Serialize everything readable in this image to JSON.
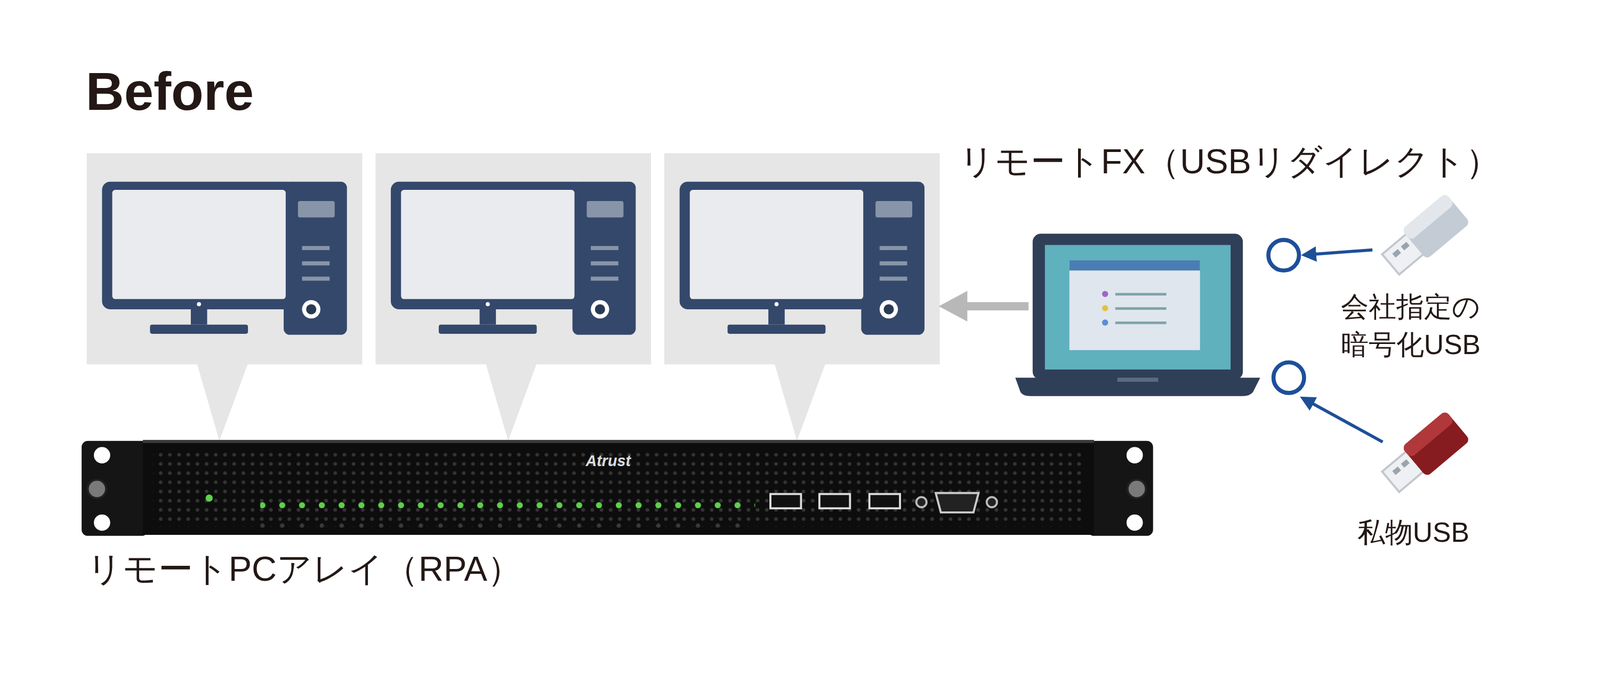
{
  "diagram": {
    "title": "Before",
    "nodes": [
      {
        "text": [
          "リモートPCアレイ（RPA）"
        ]
      },
      {
        "text": [
          "リモートFX（USBリダイレクト）"
        ]
      },
      {
        "text": [
          "会社指定の 暗号化USB"
        ]
      },
      {
        "text": [
          "私物USB"
        ]
      }
    ],
    "edges": [
      {
        "from": 2,
        "to": 1,
        "arrow": "to"
      },
      {
        "from": 3,
        "to": 1,
        "arrow": "to"
      }
    ],
    "labels": [
      "Atrust"
    ]
  }
}
